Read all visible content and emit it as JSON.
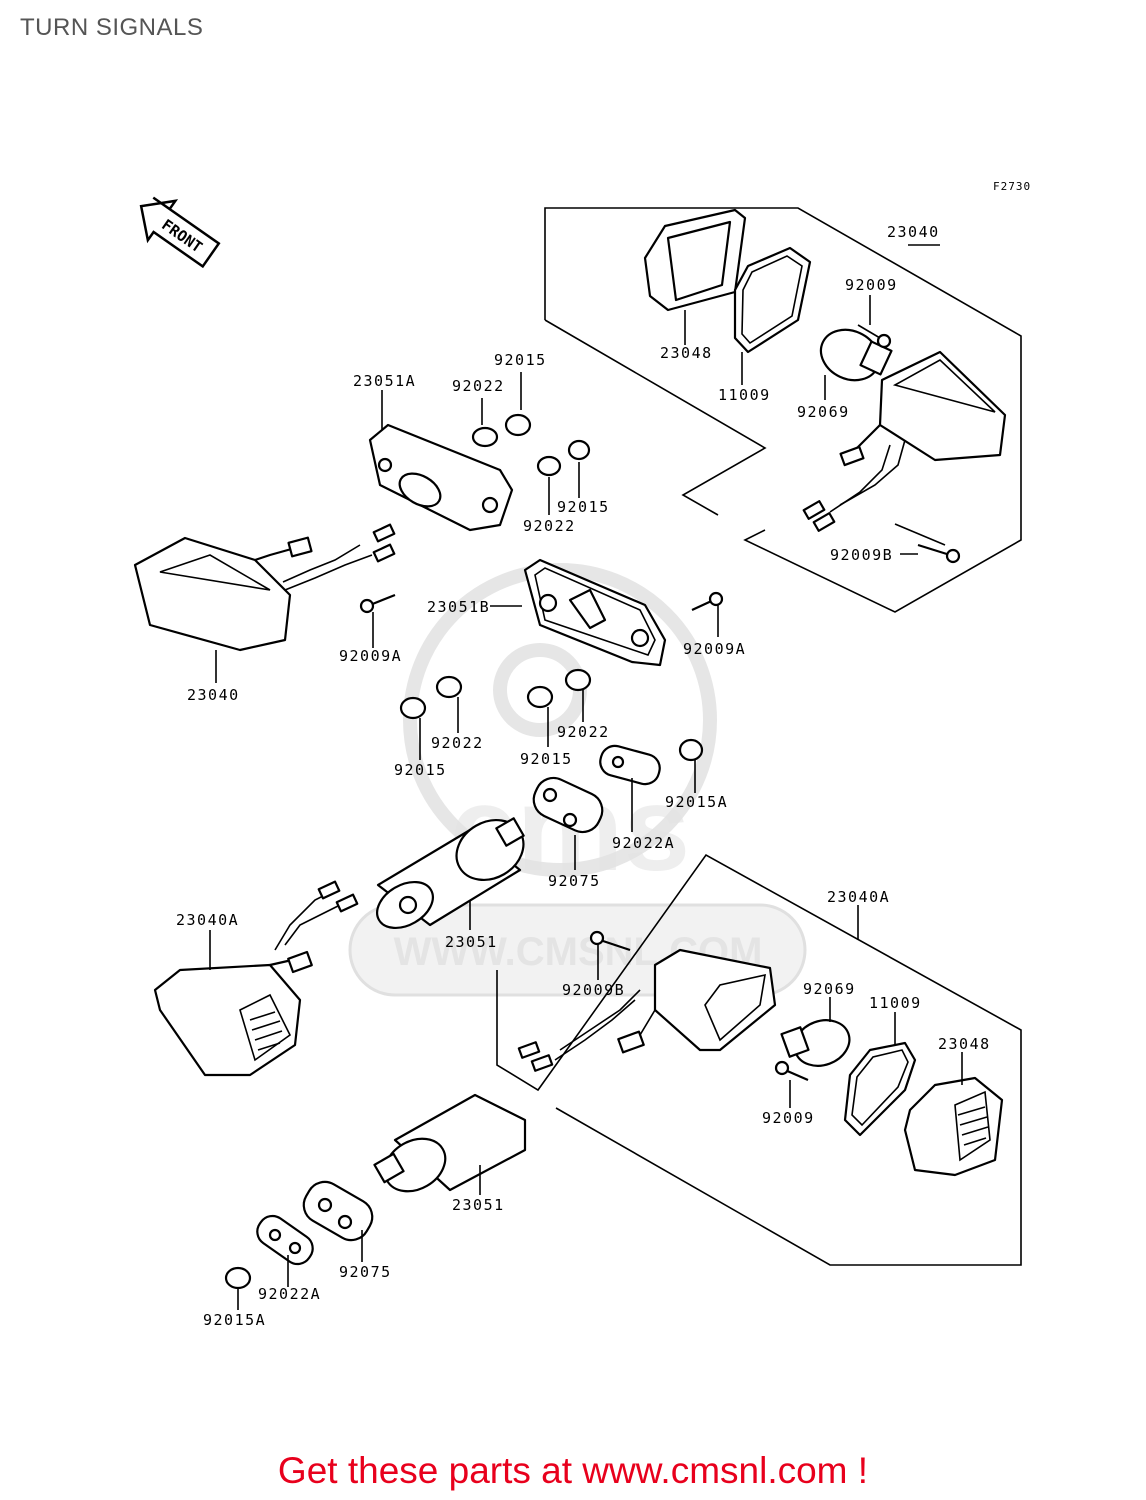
{
  "title": "TURN SIGNALS",
  "figure_code": "F2730",
  "front_arrow": "FRONT",
  "watermark": "WWW.CMSNL.COM",
  "footer": "Get these parts at www.cmsnl.com !",
  "labels": {
    "l1": "23040",
    "l2": "92009",
    "l3": "23048",
    "l4": "11009",
    "l5": "92069",
    "l6": "92015",
    "l7": "23051A",
    "l8": "92022",
    "l9": "92015",
    "l10": "92022",
    "l11": "92009B",
    "l12": "23051B",
    "l13": "92009A",
    "l14": "92009A",
    "l15": "23040",
    "l16": "92022",
    "l17": "92022",
    "l18": "92015",
    "l19": "92015",
    "l20": "92015A",
    "l21": "92022A",
    "l22": "92075",
    "l23": "23040A",
    "l24": "23051",
    "l25": "23040A",
    "l26": "92009B",
    "l27": "92069",
    "l28": "11009",
    "l29": "23048",
    "l30": "92009",
    "l31": "23051",
    "l32": "92075",
    "l33": "92022A",
    "l34": "92015A"
  }
}
